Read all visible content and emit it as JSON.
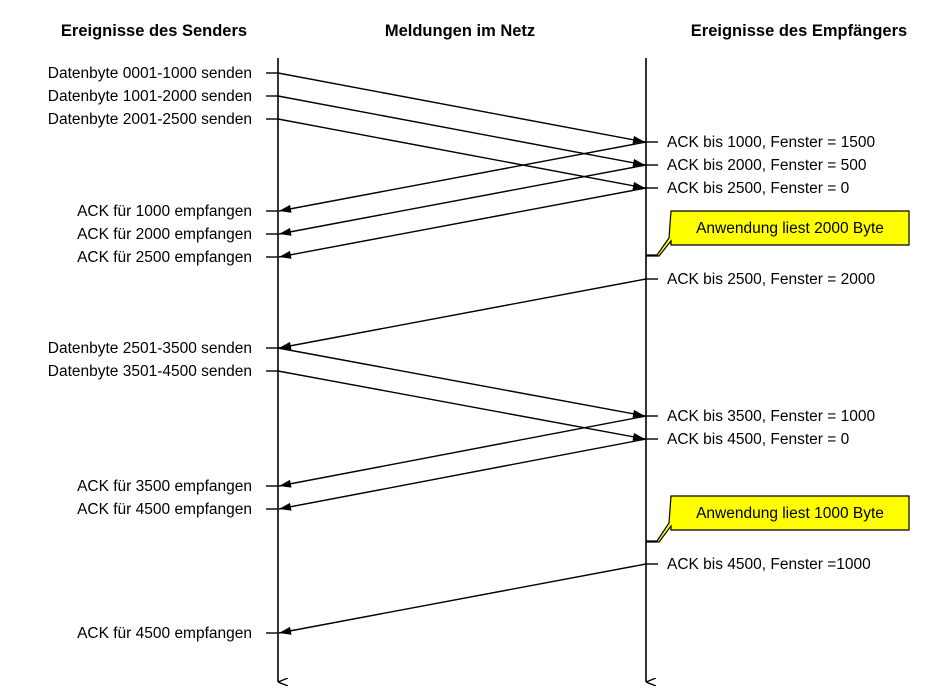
{
  "headers": {
    "sender": "Ereignisse des Senders",
    "network": "Meldungen im Netz",
    "receiver": "Ereignisse des Empfängers"
  },
  "colors": {
    "line": "#000000",
    "callout_fill": "#ffff00",
    "callout_border": "#000000"
  },
  "sender_events": [
    "Datenbyte 0001-1000 senden",
    "Datenbyte 1001-2000 senden",
    "Datenbyte 2001-2500 senden",
    "ACK für 1000 empfangen",
    "ACK für 2000 empfangen",
    "ACK für 2500 empfangen",
    "Datenbyte 2501-3500 senden",
    "Datenbyte 3501-4500 senden",
    "ACK für 3500 empfangen",
    "ACK für 4500 empfangen",
    "ACK für 4500 empfangen"
  ],
  "receiver_events": [
    "ACK bis 1000, Fenster = 1500",
    "ACK bis 2000, Fenster = 500",
    "ACK bis 2500, Fenster = 0",
    "ACK bis 2500, Fenster = 2000",
    "ACK bis 3500, Fenster = 1000",
    "ACK bis 4500, Fenster = 0",
    "ACK bis 4500, Fenster =1000"
  ],
  "callouts": [
    "Anwendung liest 2000 Byte",
    "Anwendung liest 1000 Byte"
  ],
  "messages": [
    {
      "from": "sender",
      "send_event": 0,
      "recv_event": 0
    },
    {
      "from": "sender",
      "send_event": 1,
      "recv_event": 1
    },
    {
      "from": "sender",
      "send_event": 2,
      "recv_event": 2
    },
    {
      "from": "receiver",
      "send_event": 0,
      "recv_event": 3
    },
    {
      "from": "receiver",
      "send_event": 1,
      "recv_event": 4
    },
    {
      "from": "receiver",
      "send_event": 2,
      "recv_event": 5
    },
    {
      "from": "receiver",
      "send_event": 3,
      "recv_event": 6
    },
    {
      "from": "sender",
      "send_event": 6,
      "recv_event": 4
    },
    {
      "from": "sender",
      "send_event": 7,
      "recv_event": 5
    },
    {
      "from": "receiver",
      "send_event": 4,
      "recv_event": 8
    },
    {
      "from": "receiver",
      "send_event": 5,
      "recv_event": 9
    },
    {
      "from": "receiver",
      "send_event": 6,
      "recv_event": 10
    }
  ]
}
